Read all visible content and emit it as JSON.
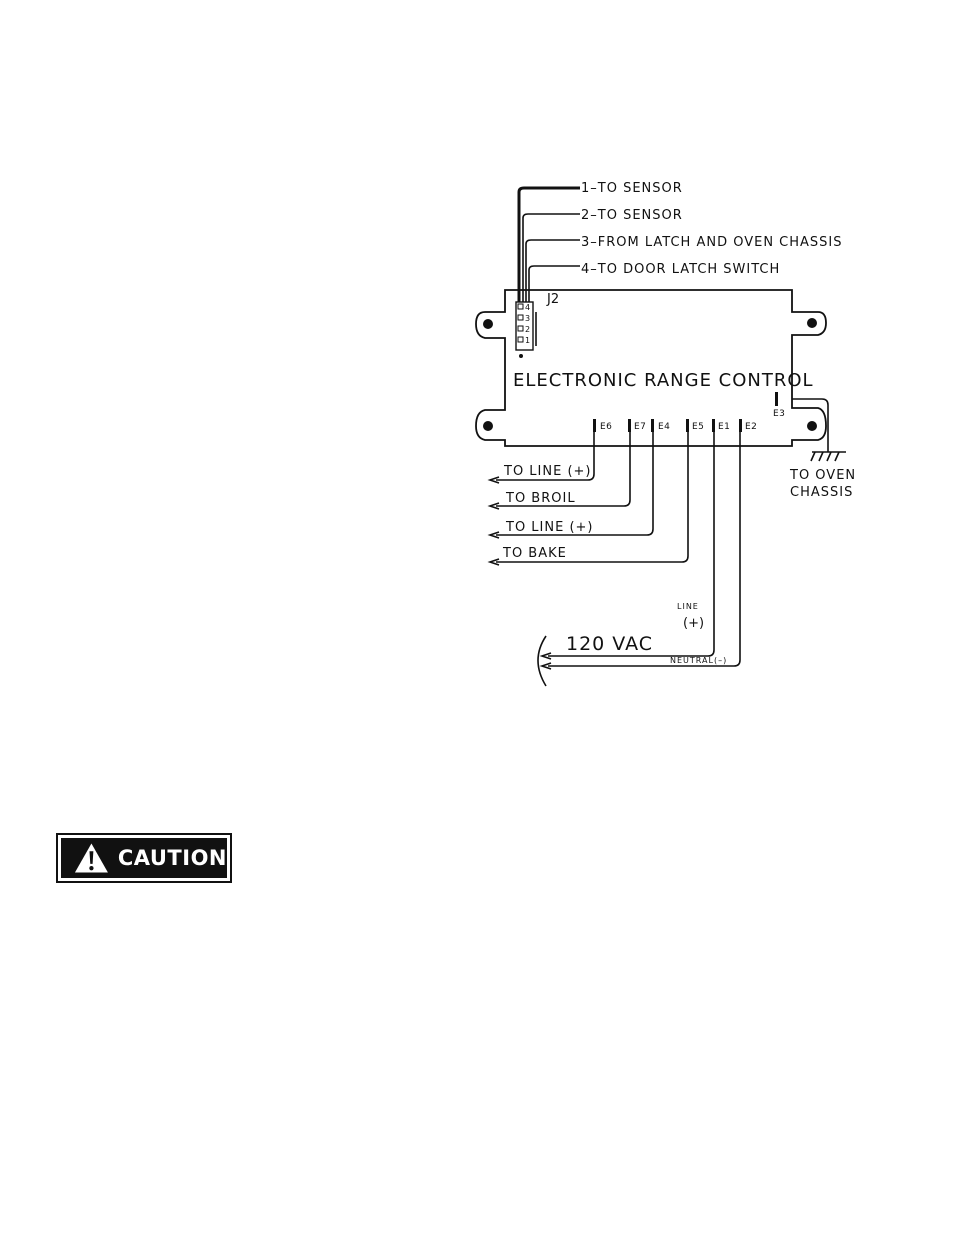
{
  "connector": {
    "label": "J2",
    "pins": [
      "4",
      "3",
      "2",
      "1"
    ]
  },
  "wires_top": [
    "1–TO SENSOR",
    "2–TO SENSOR",
    "3–FROM LATCH AND OVEN CHASSIS",
    "4–TO DOOR LATCH SWITCH"
  ],
  "control_title": "ELECTRONIC RANGE CONTROL",
  "terminals": [
    "E6",
    "E7",
    "E4",
    "E5",
    "E1",
    "E2",
    "E3"
  ],
  "outputs": [
    "TO LINE (+)",
    "TO BROIL",
    "TO LINE (+)",
    "TO BAKE"
  ],
  "ground": {
    "line1": "TO OVEN",
    "line2": "CHASSIS"
  },
  "supply": {
    "voltage": "120 VAC",
    "line_label": "LINE",
    "line_sign": "(+)",
    "neutral_label": "NEUTRAL(–)"
  },
  "caution": {
    "label": "CAUTION"
  }
}
